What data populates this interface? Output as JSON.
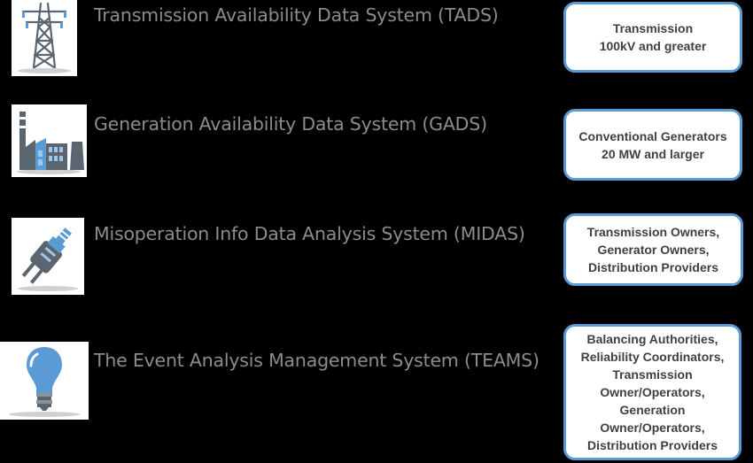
{
  "colors": {
    "background": "#000000",
    "accent_blue": "#5b9bd5",
    "icon_gray": "#5a6570",
    "title_gray": "#8c8c8c",
    "box_text": "#404040"
  },
  "rows": [
    {
      "icon": "transmission-tower-icon",
      "title": "Transmission Availability Data System (TADS)",
      "scope_lines": [
        "Transmission",
        "100kV and greater"
      ]
    },
    {
      "icon": "power-plant-icon",
      "title": "Generation Availability Data System (GADS)",
      "scope_lines": [
        "Conventional Generators",
        "20 MW and larger"
      ]
    },
    {
      "icon": "power-plug-icon",
      "title": "Misoperation Info Data Analysis System (MIDAS)",
      "scope_lines": [
        "Transmission Owners,",
        "Generator Owners,",
        "Distribution Providers"
      ]
    },
    {
      "icon": "light-bulb-icon",
      "title": "The Event Analysis Management System (TEAMS)",
      "scope_lines": [
        "Balancing Authorities,",
        "Reliability Coordinators,",
        "Transmission",
        "Owner/Operators,",
        "Generation",
        "Owner/Operators,",
        "Distribution Providers"
      ]
    }
  ]
}
